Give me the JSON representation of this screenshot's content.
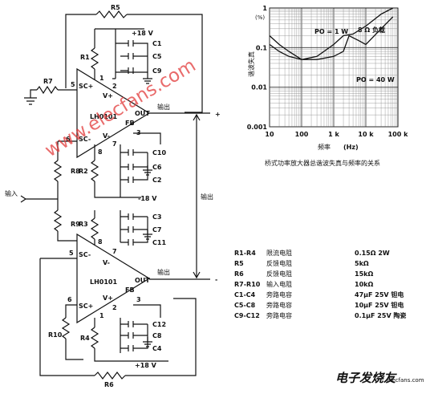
{
  "schematic": {
    "ic_top": "LH0101",
    "ic_bottom": "LH0101",
    "pins": {
      "out": "OUT",
      "fb": "FB",
      "sc_plus": "SC+",
      "sc_minus": "SC-",
      "v_plus": "V+",
      "v_minus": "V-",
      "p1": "1",
      "p2": "2",
      "p3": "3",
      "p5": "5",
      "p6": "6",
      "p7": "7",
      "p8": "8"
    },
    "supply_pos_top": "+18 V",
    "supply_neg": "-18 V",
    "supply_pos_bottom": "+18 V",
    "resistors": {
      "r1": "R1",
      "r2": "R2",
      "r3": "R3",
      "r4": "R4",
      "r5": "R5",
      "r6": "R6",
      "r7": "R7",
      "r8": "R8",
      "r9": "R9",
      "r10": "R10"
    },
    "capacitors": {
      "c1": "C1",
      "c2": "C2",
      "c3": "C3",
      "c4": "C4",
      "c5": "C5",
      "c6": "C6",
      "c7": "C7",
      "c8": "C8",
      "c9": "C9",
      "c10": "C10",
      "c11": "C11",
      "c12": "C12"
    },
    "label_input": "输入",
    "label_output": "输出",
    "label_out_top": "输出",
    "label_out_bottom": "输出",
    "plus_sign": "+",
    "minus_sign": "-"
  },
  "chart_data": {
    "type": "line",
    "x_scale": "log",
    "y_scale": "log",
    "xlim": [
      10,
      100000
    ],
    "ylim": [
      0.001,
      1
    ],
    "x_ticks": [
      "10",
      "100",
      "1 k",
      "10 k",
      "100 k"
    ],
    "y_ticks": [
      "1",
      "0.1",
      "0.01",
      "0.001"
    ],
    "ylabel": "谐波失真",
    "ylabel_unit": "(%)",
    "xlabel": "频率",
    "xlabel_unit": "(Hz)",
    "grid": true,
    "annotations": [
      "8 Ω 负载",
      "PO = 1 W",
      "PO = 40 W"
    ],
    "series": [
      {
        "name": "PO = 1 W",
        "x": [
          10,
          20,
          40,
          100,
          300,
          1000,
          2000,
          4000,
          10000,
          30000,
          70000
        ],
        "y": [
          0.2,
          0.12,
          0.08,
          0.05,
          0.06,
          0.12,
          0.2,
          0.22,
          0.35,
          0.7,
          1.0
        ]
      },
      {
        "name": "PO = 40 W",
        "x": [
          10,
          20,
          40,
          100,
          300,
          1000,
          2000,
          3000,
          6000,
          10000,
          30000,
          70000
        ],
        "y": [
          0.12,
          0.08,
          0.06,
          0.05,
          0.05,
          0.06,
          0.08,
          0.2,
          0.15,
          0.12,
          0.3,
          0.6
        ]
      }
    ],
    "caption": "桥式功率放大器总谐波失真与频率的关系"
  },
  "bom": [
    {
      "ref": "R1-R4",
      "desc": "限流电阻",
      "value": "0.15Ω 2W"
    },
    {
      "ref": "R5",
      "desc": "反馈电阻",
      "value": "5kΩ"
    },
    {
      "ref": "R6",
      "desc": "反馈电阻",
      "value": "15kΩ"
    },
    {
      "ref": "R7-R10",
      "desc": "输入电阻",
      "value": "10kΩ"
    },
    {
      "ref": "C1-C4",
      "desc": "旁路电容",
      "value": "47μF 25V 钽电"
    },
    {
      "ref": "C5-C8",
      "desc": "旁路电容",
      "value": "10μF 25V 钽电"
    },
    {
      "ref": "C9-C12",
      "desc": "旁路电容",
      "value": "0.1μF 25V 陶瓷"
    }
  ],
  "watermark": {
    "site": "www.elecfans.com",
    "brand_cn": "电子发烧友",
    "brand_en": "Elecfans.com"
  }
}
